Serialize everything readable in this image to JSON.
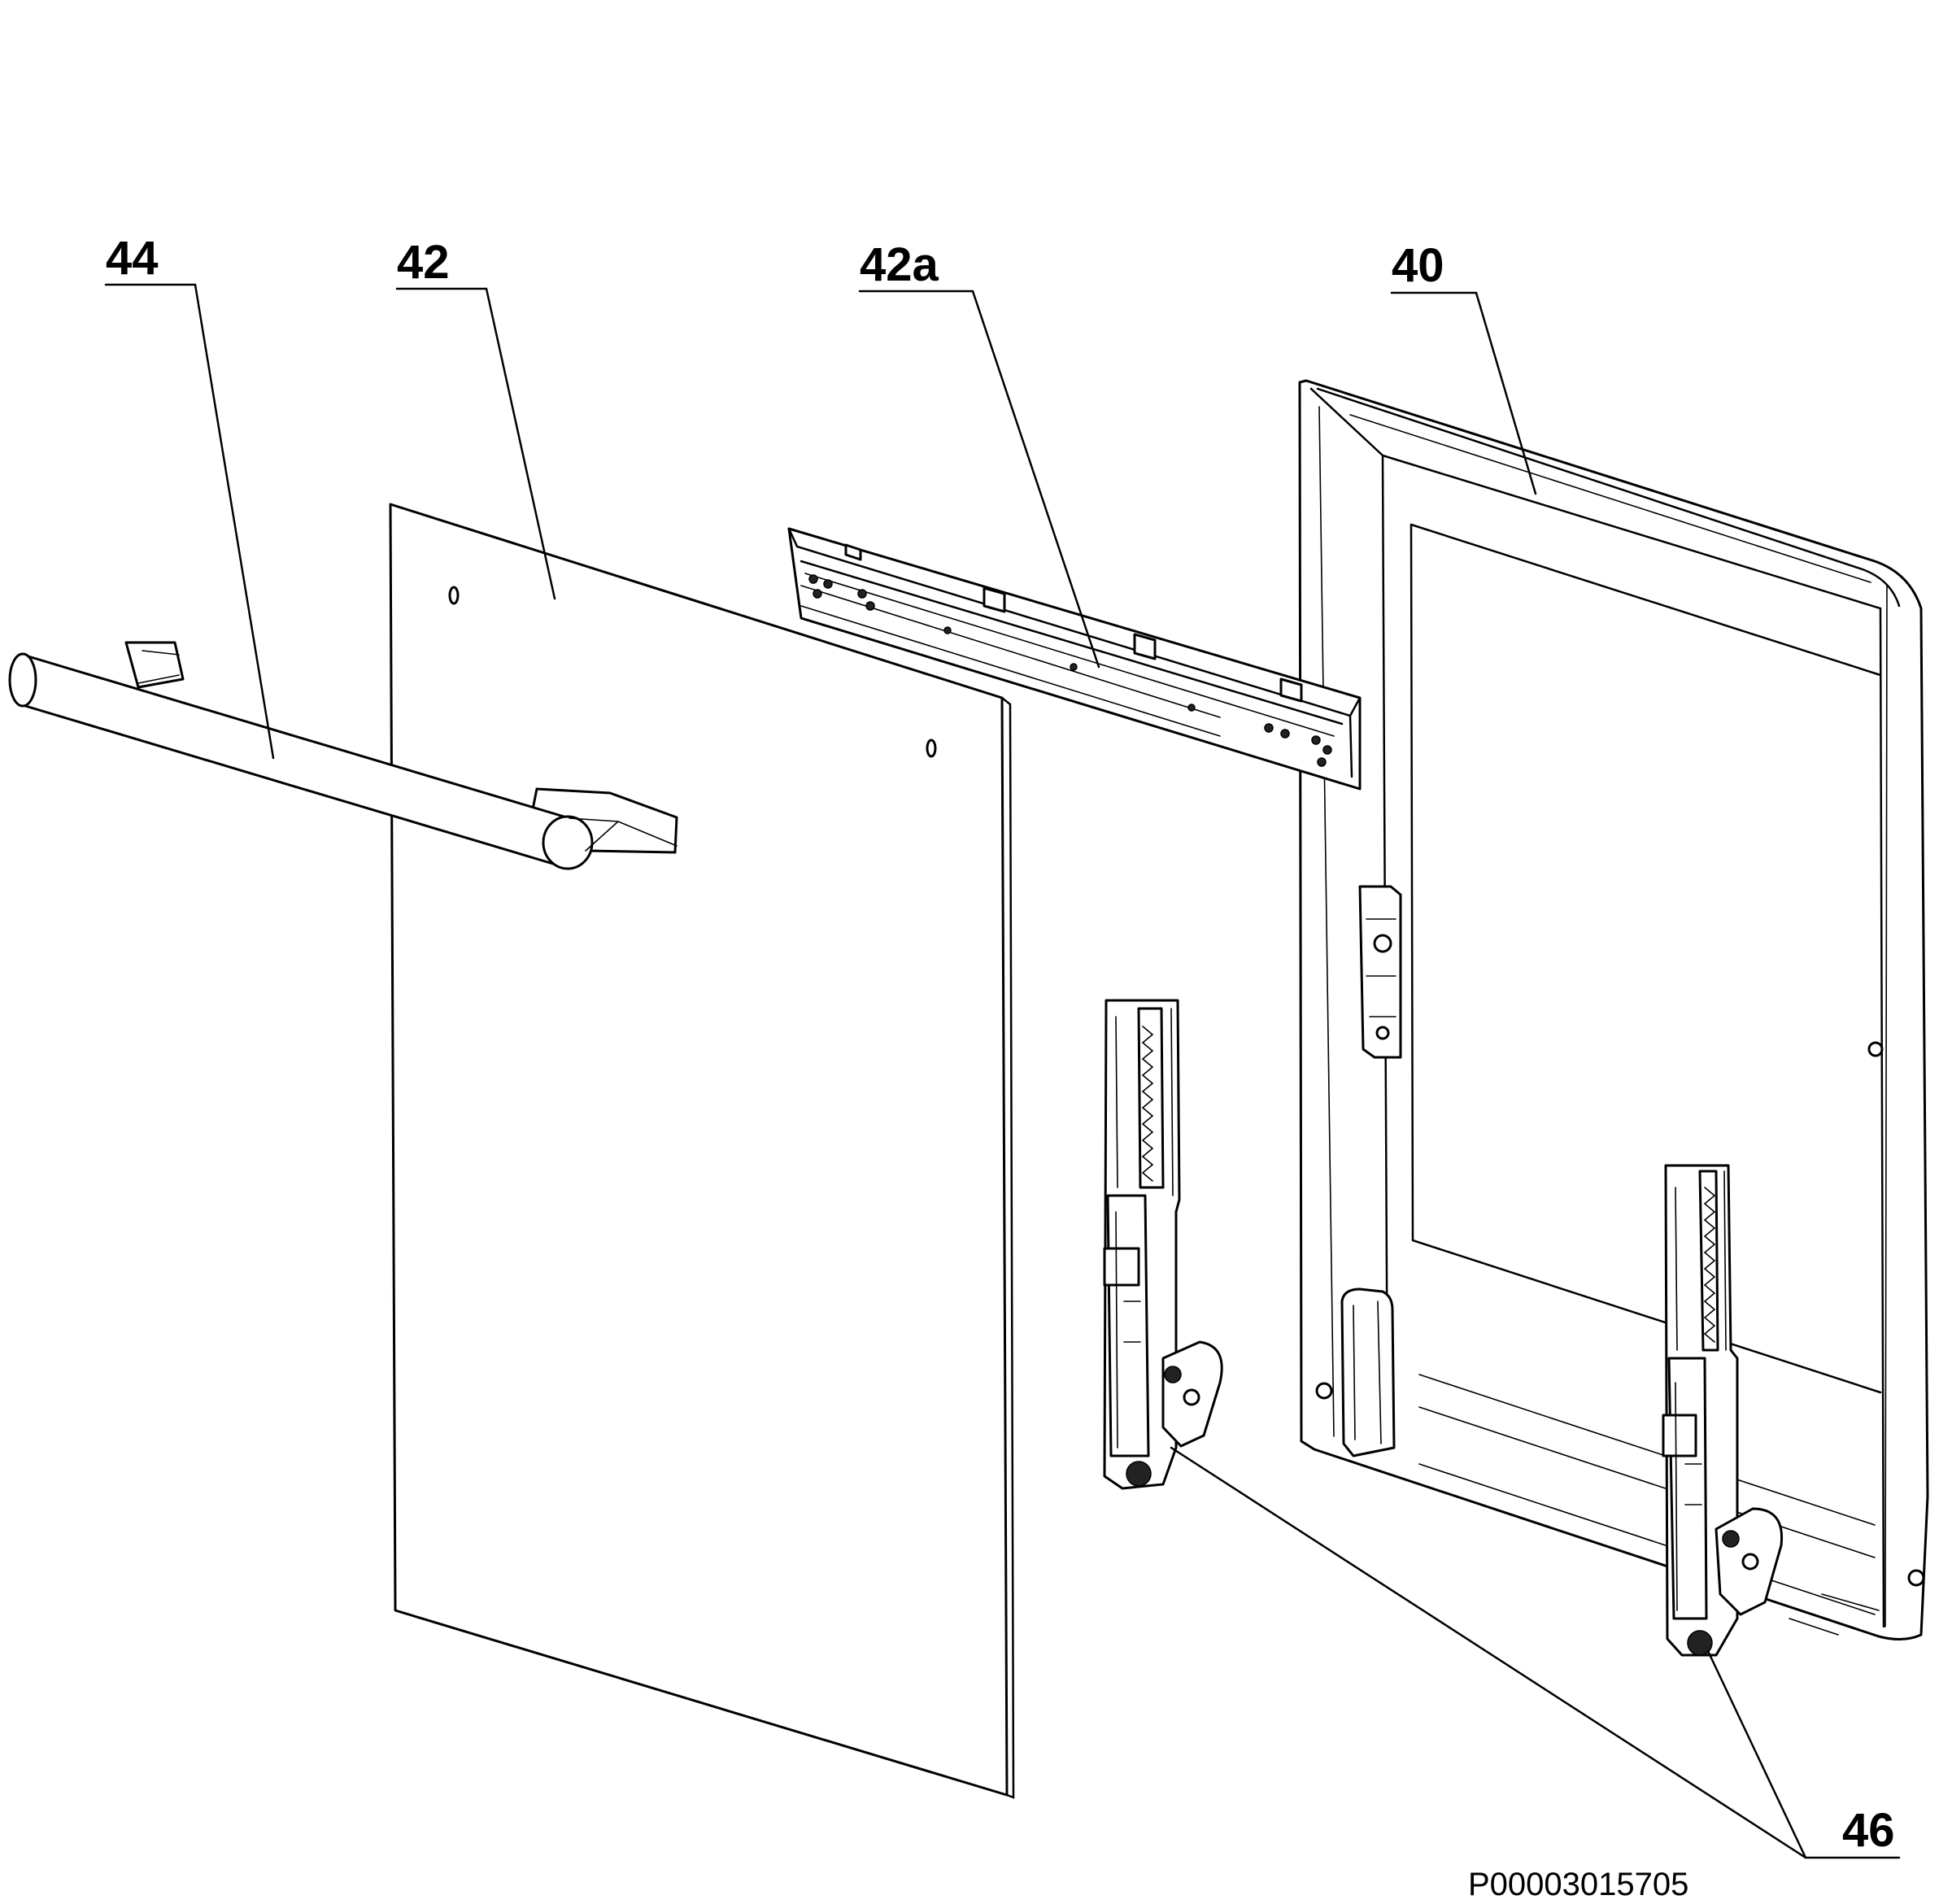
{
  "callouts": {
    "handle": "44",
    "outer_glass": "42",
    "glass_strip": "42a",
    "door_frame": "40",
    "hinges": "46"
  },
  "document_id": "P00003015705"
}
